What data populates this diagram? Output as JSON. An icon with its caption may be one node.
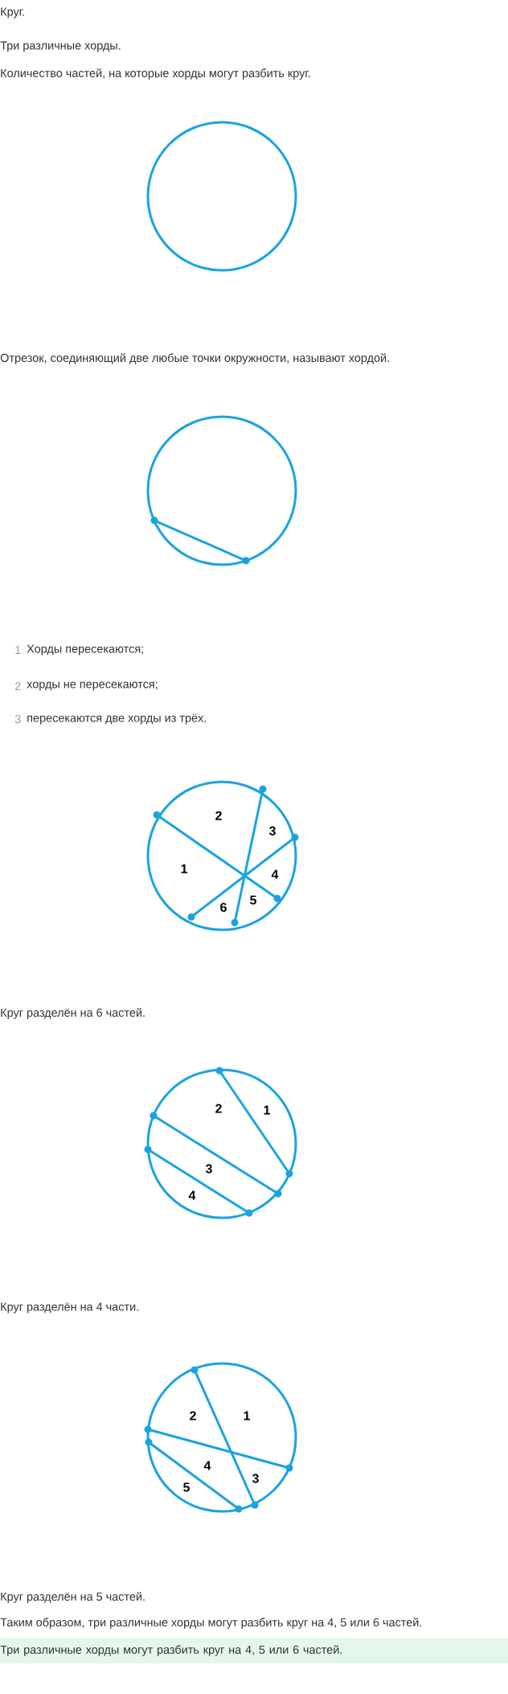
{
  "diagram": {
    "nodes": [
      {
        "text": [],
        "shape": "circle"
      },
      {
        "text": [],
        "shape": "circle"
      },
      {
        "text": [
          "1",
          "2",
          "3",
          "4",
          "5",
          "6"
        ]
      },
      {
        "text": [
          "1",
          "2",
          "3",
          "4"
        ]
      },
      {
        "text": [
          "1",
          "2",
          "3",
          "4",
          "5"
        ]
      },
      {
        "text": [
          "Три различные хорды могут разбить круг на 4, 5 или 6 частей."
        ]
      }
    ],
    "labels": [
      "Круг.",
      "Три различные хорды.",
      "Количество частей, на которые хорды могут разбить круг.",
      "Отрезок, соединяющий две любые точки окружности, называют хордой.",
      "1",
      "Хорды пересекаются;",
      "2",
      "хорды не пересекаются;",
      "3",
      "пересекаются две хорды из трёх.",
      "Круг разделён на 6 частей.",
      "Круг разделён на 4 части.",
      "Круг разделён на 5 частей.",
      "Таким образом, три различные хорды могут разбить круг на 4, 5 или 6 частей."
    ]
  }
}
